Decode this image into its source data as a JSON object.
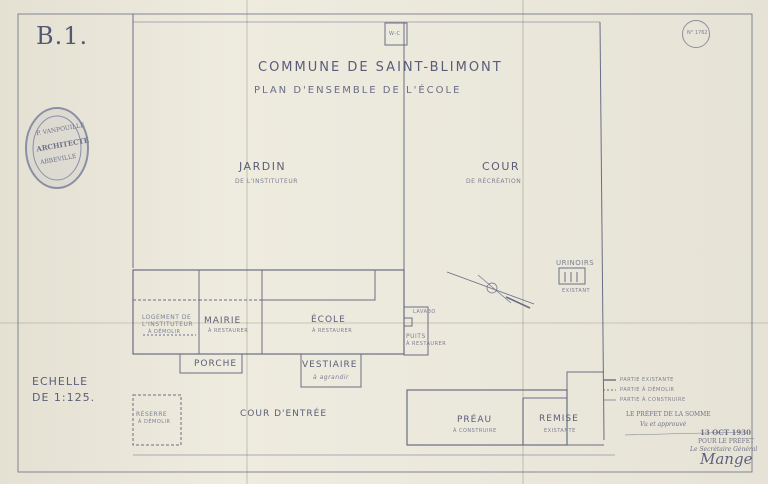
{
  "sheet": {
    "id": "B.1.",
    "title": "COMMUNE DE SAINT-BLIMONT",
    "subtitle": "PLAN D'ENSEMBLE DE L'ÉCOLE",
    "scale_label": "ECHELLE",
    "scale_value": "DE 1:125.",
    "badge": "N° 1762"
  },
  "areas": {
    "jardin": {
      "label": "JARDIN",
      "sub": "DE L'INSTITUTEUR"
    },
    "cour_recreation": {
      "label": "COUR",
      "sub": "DE RÉCRÉATION"
    },
    "cour_entree": {
      "label": "COUR D'ENTRÉE"
    },
    "wc": {
      "label": "W-C"
    }
  },
  "rooms": {
    "logement": {
      "label1": "LOGEMENT DE",
      "label2": "L'INSTITUTEUR",
      "sub": "À DÉMOLIR"
    },
    "mairie": {
      "label": "MAIRIE",
      "sub": "À RESTAURER"
    },
    "ecole": {
      "label": "ÉCOLE",
      "sub": "À RESTAURER"
    },
    "porche": {
      "label": "PORCHE"
    },
    "vestiaire": {
      "label": "VESTIAIRE",
      "sub": "à agrandir"
    },
    "puits": {
      "label": "PUITS",
      "sub": "À RESTAURER"
    },
    "lavabo": {
      "label": "LAVABO"
    },
    "urinoirs": {
      "label": "URINOIRS",
      "sub": "EXISTANT"
    },
    "preau": {
      "label": "PRÉAU",
      "sub": "À CONSTRUIRE"
    },
    "remise": {
      "label": "REMISE",
      "sub": "EXISTANTE"
    },
    "resserre": {
      "label": "RÉSERRE",
      "sub": "À DÉMOLIR"
    }
  },
  "legend": [
    {
      "label": "PARTIE EXISTANTE"
    },
    {
      "label": "PARTIE À DÉMOLIR"
    },
    {
      "label": "PARTIE À CONSTRUIRE"
    }
  ],
  "stamp": {
    "line1": "P. VANPOUILLE",
    "line2": "ARCHITECTE",
    "line3": "ABBEVILLE"
  },
  "approval": {
    "line1": "LE PRÉFET DE LA SOMME",
    "line2": "Vu et approuvé",
    "date": "13 OCT 1930",
    "line3": "POUR LE PRÉFET",
    "line4": "Le Secrétaire Général",
    "signature": "Mange"
  },
  "colors": {
    "ink": "#5b5e78",
    "paper": "#eae7db",
    "stamp": "#8b8fa6"
  }
}
